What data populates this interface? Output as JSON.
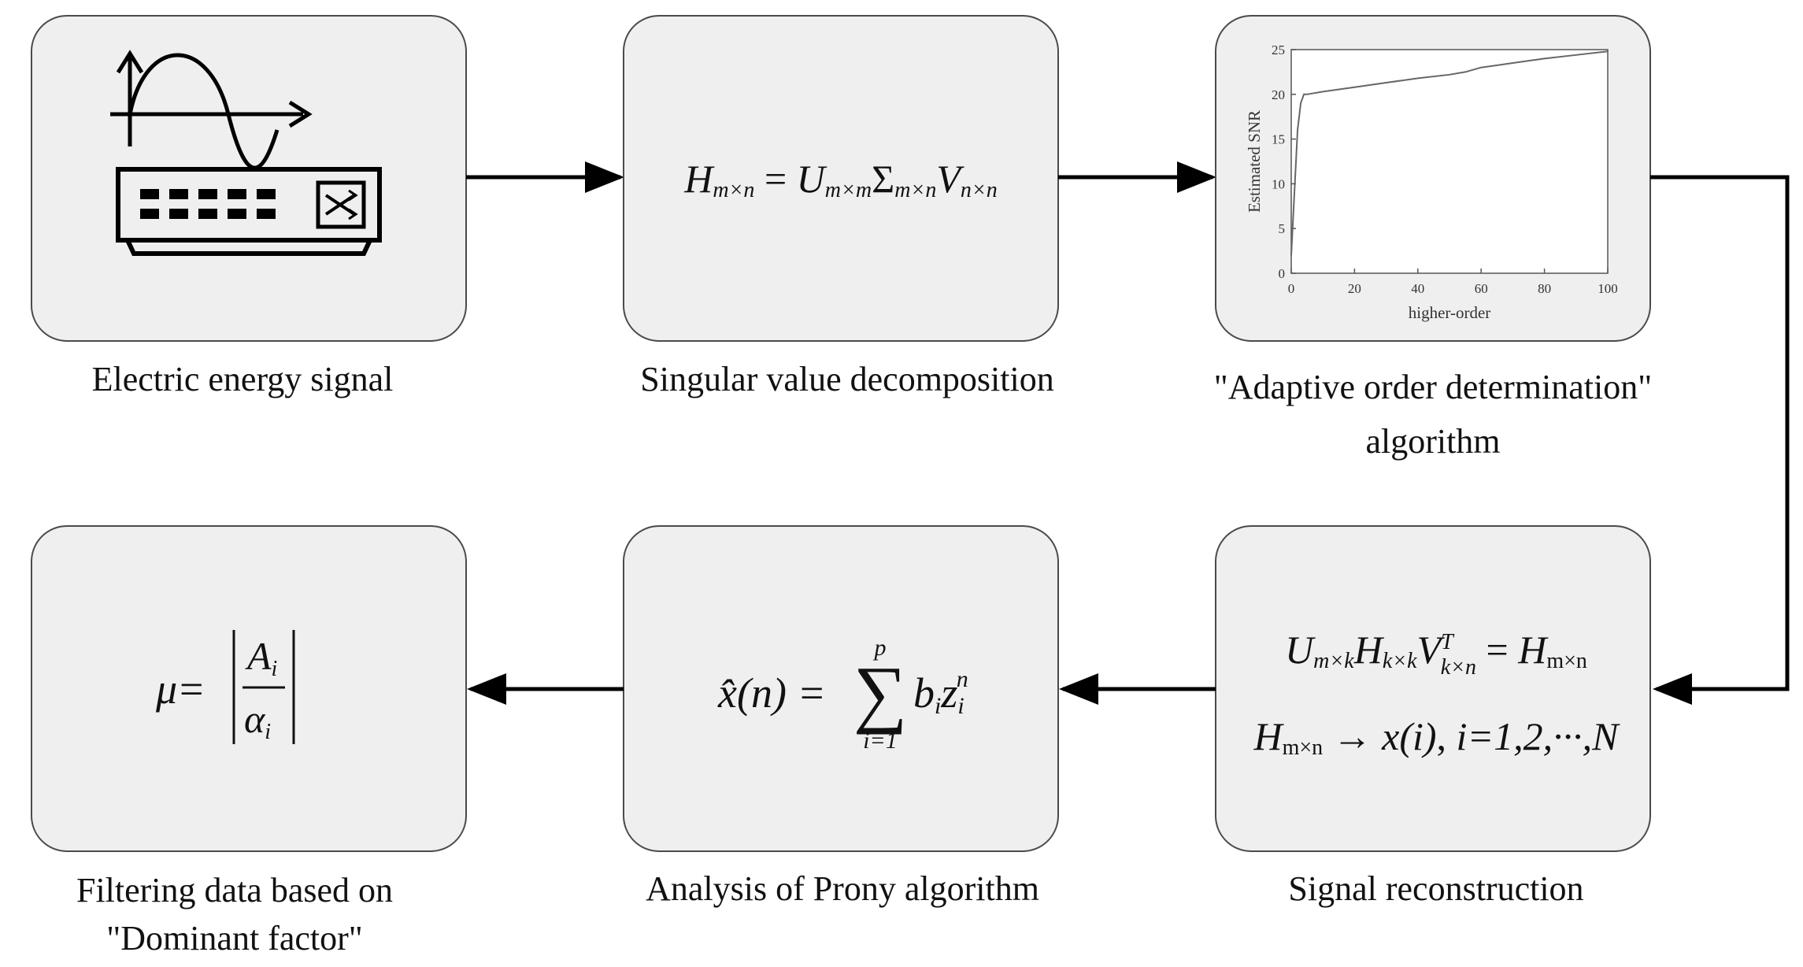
{
  "captions": {
    "electric_energy_signal": "Electric energy signal",
    "svd": "Singular value decomposition",
    "adaptive_line1": "\"Adaptive order determination\"",
    "adaptive_line2": "algorithm",
    "signal_reconstruction": "Signal reconstruction",
    "prony": "Analysis of Prony algorithm",
    "filtering_line1": "Filtering data based on",
    "filtering_line2": "\"Dominant factor\""
  },
  "formulas": {
    "svd": {
      "H": "H",
      "m_n": "m×n",
      "eq": " = ",
      "U": "U",
      "m_m": "m×m",
      "Sigma": "Σ",
      "V": "V",
      "n_n": "n×n"
    },
    "reconstruction_1": {
      "U": "U",
      "m_k": "m×k",
      "H": "H",
      "k_k": "k×k",
      "V": "V",
      "T": "T",
      "k_n": "k×n",
      "eq": " = ",
      "H2": "H",
      "m_n": "m×n"
    },
    "reconstruction_2": {
      "H": "H",
      "m_n": "m×n",
      "arrow": " → ",
      "x_i": "x(i)",
      "comma": ", ",
      "i_range": "i=1,2,···,N"
    },
    "prony": {
      "lhs": "x̂(n)",
      "eq": " = ",
      "sum": "∑",
      "upper": "p",
      "lower": "i=1",
      "b": "b",
      "bi": "i",
      "z": "z",
      "zi": "i",
      "zn": "n"
    },
    "dominant": {
      "mu": "μ",
      "eq": " = ",
      "A": "A",
      "Ai": "i",
      "alpha": "α",
      "alphai": "i"
    }
  },
  "icons": {
    "signal": "sine-wave-icon",
    "device": "network-switch-icon"
  },
  "colors": {
    "box_fill": "#efefef",
    "box_stroke": "#4a4a4a",
    "arrow": "#000000",
    "plot_line": "#666666"
  },
  "chart_data": {
    "type": "line",
    "xlabel": "higher-order",
    "ylabel": "Estimated SNR",
    "xlim": [
      0,
      100
    ],
    "ylim": [
      0,
      25
    ],
    "xticks": [
      0,
      20,
      40,
      60,
      80,
      100
    ],
    "yticks": [
      0,
      5,
      10,
      15,
      20,
      25
    ],
    "grid": false,
    "series": [
      {
        "x": [
          0,
          1,
          2,
          3,
          4,
          5,
          10,
          20,
          30,
          40,
          50,
          55,
          60,
          70,
          80,
          90,
          100
        ],
        "y": [
          2,
          9,
          16,
          19,
          20,
          20,
          20.3,
          20.8,
          21.3,
          21.8,
          22.2,
          22.5,
          23,
          23.5,
          24,
          24.4,
          24.8
        ]
      }
    ]
  }
}
